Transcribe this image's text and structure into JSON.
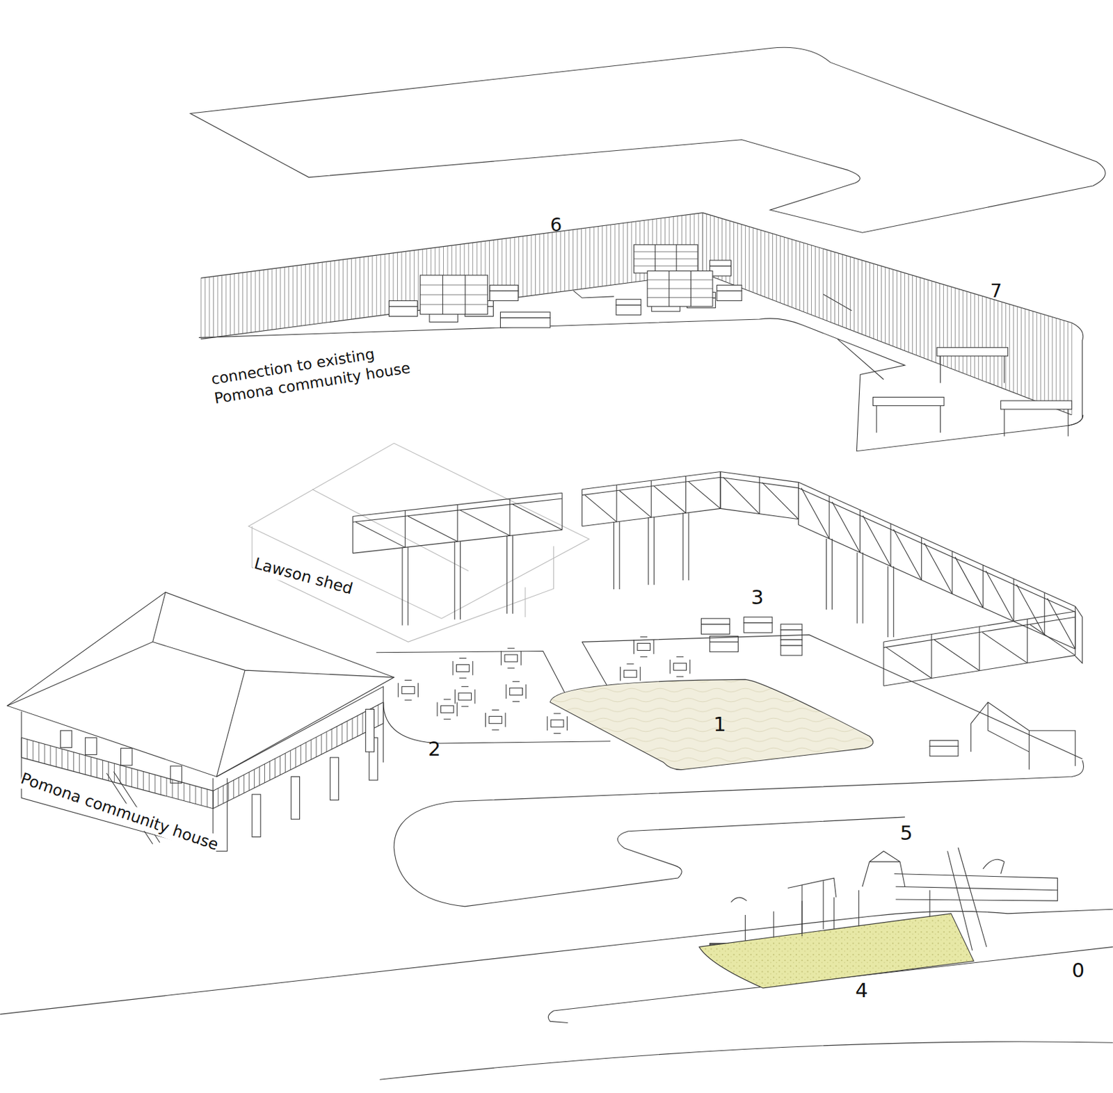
{
  "diagram": {
    "labels": [
      "6",
      "7",
      "connection to existing Pomona community house",
      "Lawson shed",
      "3",
      "1",
      "2",
      "Pomona community house",
      "5",
      "0",
      "4"
    ]
  }
}
